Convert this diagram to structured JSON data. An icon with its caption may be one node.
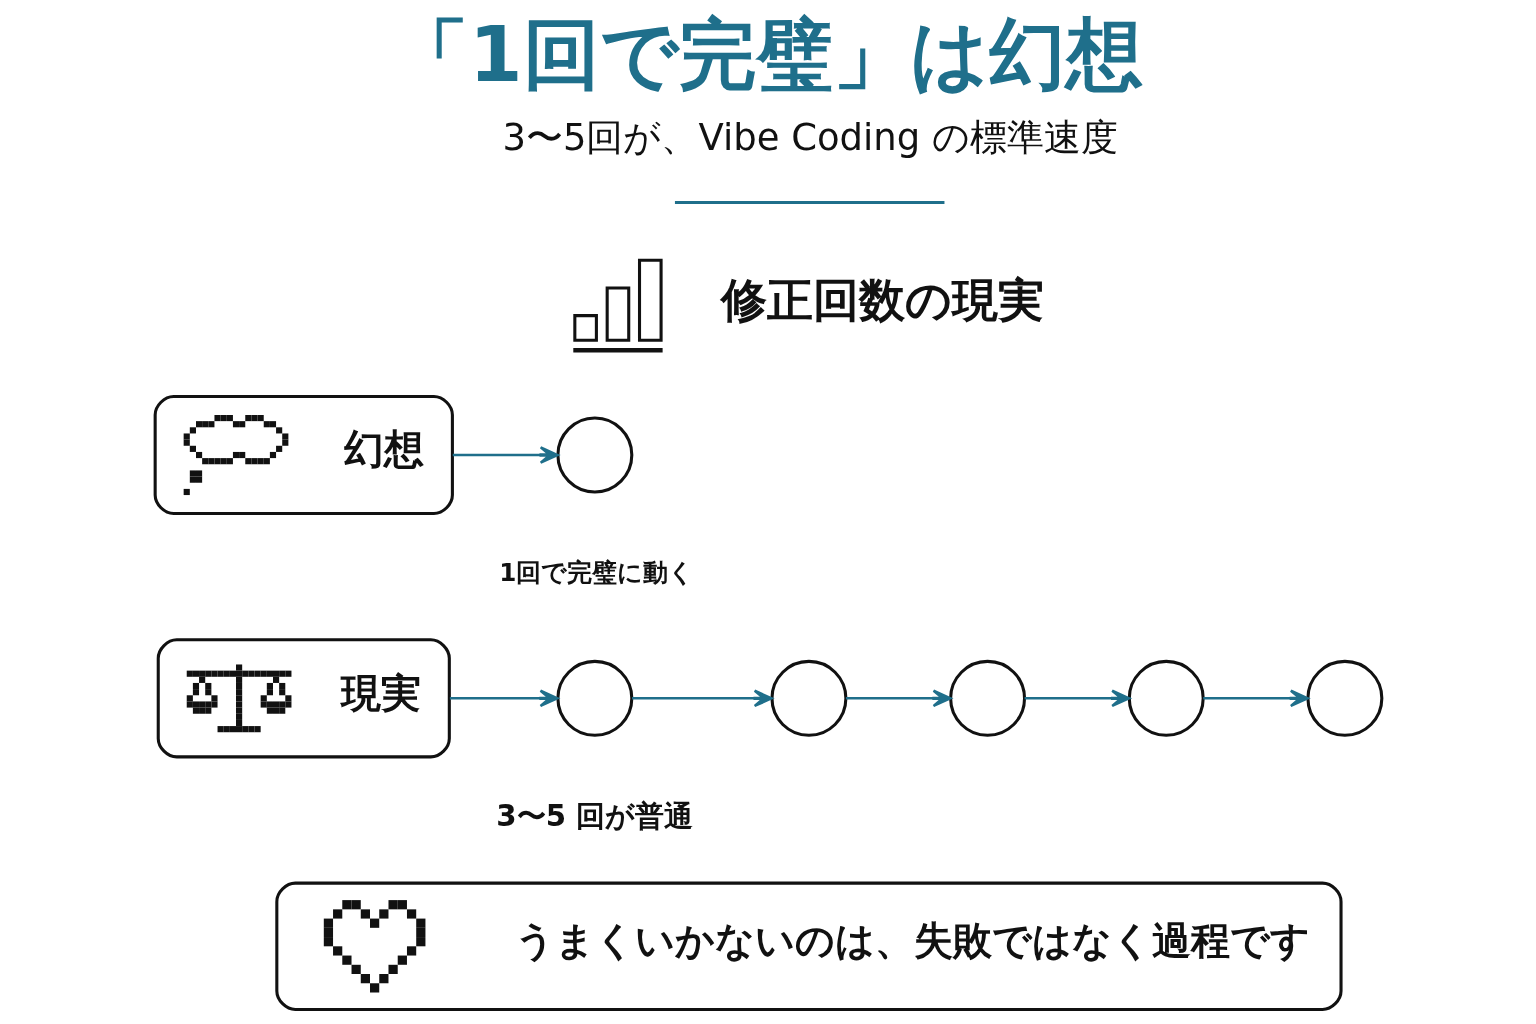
{
  "diagram": {
    "title": "「1回で完璧」は幻想",
    "nodes": [
      {
        "text": [
          "幻想"
        ]
      },
      {
        "text": [],
        "shape": "circle",
        "beside": [
          "1回で完璧に動く"
        ]
      },
      {
        "text": [
          "現実"
        ]
      },
      {
        "text": [],
        "shape": "circle"
      },
      {
        "text": [],
        "shape": "circle"
      },
      {
        "text": [],
        "shape": "circle"
      },
      {
        "text": [],
        "shape": "circle"
      },
      {
        "text": [],
        "shape": "circle"
      },
      {
        "text": [
          "うまくいかないのは、失敗ではなく過程です"
        ]
      }
    ],
    "edges": [
      {
        "from": 0,
        "to": 1,
        "arrow": "to"
      },
      {
        "from": 2,
        "to": 3,
        "arrow": "to"
      },
      {
        "from": 3,
        "to": 4,
        "arrow": "to"
      },
      {
        "from": 4,
        "to": 5,
        "arrow": "to"
      },
      {
        "from": 5,
        "to": 6,
        "arrow": "to"
      },
      {
        "from": 6,
        "to": 7,
        "arrow": "to"
      }
    ],
    "labels": [
      "3〜5回が、Vibe Coding の標準速度",
      "修正回数の現実",
      "3〜5 回が普通"
    ]
  }
}
